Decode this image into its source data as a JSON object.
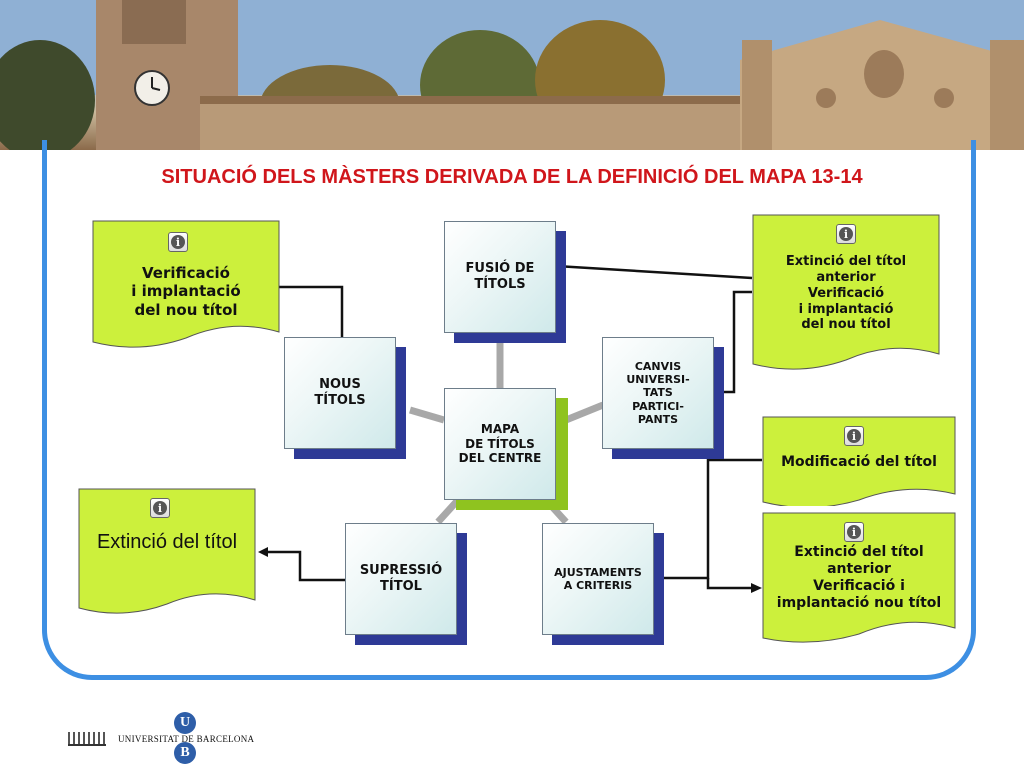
{
  "title": "SITUACIÓ DELS MÀSTERS DERIVADA DE LA DEFINICIÓ DEL MAPA 13-14",
  "boxes": {
    "center": "MAPA\nDE TÍTOLS\nDEL CENTRE",
    "fusio": "FUSIÓ DE\nTÍTOLS",
    "nous": "NOUS\nTÍTOLS",
    "canvis": "CANVIS\nUNIVERSI-\nTATS\nPARTICI-\nPANTS",
    "supressio": "SUPRESSIÓ\nTÍTOL",
    "ajustaments": "AJUSTAMENTS\nA CRITERIS"
  },
  "notes": {
    "verificacio": "Verificació\ni implantació\ndel nou títol",
    "extincio_left": "Extinció del títol",
    "extincio_top_right": "Extinció del títol\nanterior\nVerificació\ni implantació\ndel nou títol",
    "modificacio": "Modificació del títol",
    "extincio_bottom_right": "Extinció del títol\nanterior\nVerificació i\nimplantació nou títol"
  },
  "logo": {
    "text": "UNIVERSITAT DE BARCELONA",
    "letter_top": "U",
    "letter_bottom": "B"
  },
  "colors": {
    "title": "#d0161b",
    "frame": "#3d8fe3",
    "note_fill": "#ccf03c",
    "box_shadow": "#2e3a96",
    "center_shadow": "#8fc31f",
    "spoke": "#a8a8a8"
  },
  "icons": [
    "info-icon"
  ]
}
